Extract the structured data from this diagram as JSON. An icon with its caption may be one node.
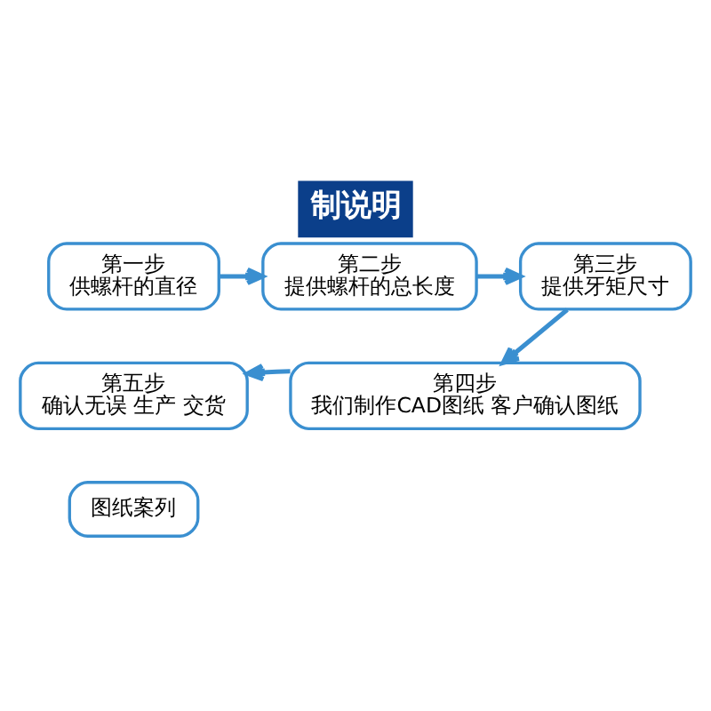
{
  "diagram": {
    "title": "制说明",
    "nodes": [
      {
        "text": [
          "第一步",
          "供螺杆的直径"
        ]
      },
      {
        "text": [
          "第二步",
          "提供螺杆的总长度"
        ]
      },
      {
        "text": [
          "第三步",
          "提供牙矩尺寸"
        ]
      },
      {
        "text": [
          "第四步",
          "我们制作CAD图纸 客户确认图纸"
        ]
      },
      {
        "text": [
          "第五步",
          "确认无误 生产 交货"
        ]
      },
      {
        "text": [
          "图纸案列"
        ]
      }
    ],
    "edges": [
      {
        "from": 0,
        "to": 1,
        "arrow": "to"
      },
      {
        "from": 1,
        "to": 2,
        "arrow": "to"
      },
      {
        "from": 2,
        "to": 3,
        "arrow": "to"
      },
      {
        "from": 3,
        "to": 4,
        "arrow": "to"
      }
    ]
  }
}
